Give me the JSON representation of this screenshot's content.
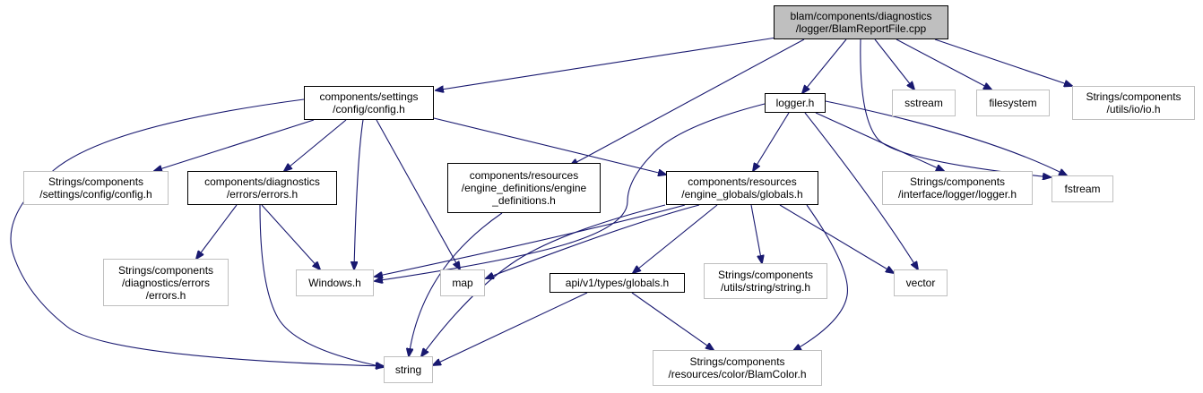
{
  "graph": {
    "nodes": [
      {
        "id": "root",
        "style": "root",
        "lines": [
          "blam/components/diagnostics",
          "/logger/BlamReportFile.cpp"
        ]
      },
      {
        "id": "config_h",
        "style": "local",
        "lines": [
          "components/settings",
          "/config/config.h"
        ]
      },
      {
        "id": "logger_h",
        "style": "local",
        "lines": [
          "logger.h"
        ]
      },
      {
        "id": "sstream",
        "style": "ext",
        "lines": [
          "sstream"
        ]
      },
      {
        "id": "filesystem",
        "style": "ext",
        "lines": [
          "filesystem"
        ]
      },
      {
        "id": "io_h",
        "style": "ext",
        "lines": [
          "Strings/components",
          "/utils/io/io.h"
        ]
      },
      {
        "id": "str_config_h",
        "style": "ext",
        "lines": [
          "Strings/components",
          "/settings/config/config.h"
        ]
      },
      {
        "id": "errors_h",
        "style": "local",
        "lines": [
          "components/diagnostics",
          "/errors/errors.h"
        ]
      },
      {
        "id": "engine_def_h",
        "style": "local",
        "lines": [
          "components/resources",
          "/engine_definitions/engine",
          "_definitions.h"
        ]
      },
      {
        "id": "globals_h",
        "style": "local",
        "lines": [
          "components/resources",
          "/engine_globals/globals.h"
        ]
      },
      {
        "id": "str_logger_h",
        "style": "ext",
        "lines": [
          "Strings/components",
          "/interface/logger/logger.h"
        ]
      },
      {
        "id": "fstream",
        "style": "ext",
        "lines": [
          "fstream"
        ]
      },
      {
        "id": "str_errors_h",
        "style": "ext",
        "lines": [
          "Strings/components",
          "/diagnostics/errors",
          "/errors.h"
        ]
      },
      {
        "id": "windows_h",
        "style": "ext",
        "lines": [
          "Windows.h"
        ]
      },
      {
        "id": "map",
        "style": "ext",
        "lines": [
          "map"
        ]
      },
      {
        "id": "api_globals_h",
        "style": "local",
        "lines": [
          "api/v1/types/globals.h"
        ]
      },
      {
        "id": "str_string_h",
        "style": "ext",
        "lines": [
          "Strings/components",
          "/utils/string/string.h"
        ]
      },
      {
        "id": "vector",
        "style": "ext",
        "lines": [
          "vector"
        ]
      },
      {
        "id": "string",
        "style": "ext",
        "lines": [
          "string"
        ]
      },
      {
        "id": "blamcolor_h",
        "style": "ext",
        "lines": [
          "Strings/components",
          "/resources/color/BlamColor.h"
        ]
      }
    ],
    "edges": [
      {
        "from": "root",
        "to": "config_h"
      },
      {
        "from": "root",
        "to": "engine_def_h"
      },
      {
        "from": "root",
        "to": "logger_h"
      },
      {
        "from": "root",
        "to": "sstream"
      },
      {
        "from": "root",
        "to": "filesystem"
      },
      {
        "from": "root",
        "to": "io_h"
      },
      {
        "from": "root",
        "to": "fstream"
      },
      {
        "from": "config_h",
        "to": "string"
      },
      {
        "from": "config_h",
        "to": "str_config_h"
      },
      {
        "from": "config_h",
        "to": "errors_h"
      },
      {
        "from": "config_h",
        "to": "windows_h"
      },
      {
        "from": "config_h",
        "to": "map"
      },
      {
        "from": "config_h",
        "to": "globals_h"
      },
      {
        "from": "errors_h",
        "to": "str_errors_h"
      },
      {
        "from": "errors_h",
        "to": "windows_h"
      },
      {
        "from": "errors_h",
        "to": "string"
      },
      {
        "from": "engine_def_h",
        "to": "string"
      },
      {
        "from": "logger_h",
        "to": "windows_h"
      },
      {
        "from": "logger_h",
        "to": "globals_h"
      },
      {
        "from": "logger_h",
        "to": "str_logger_h"
      },
      {
        "from": "logger_h",
        "to": "fstream"
      },
      {
        "from": "logger_h",
        "to": "vector"
      },
      {
        "from": "globals_h",
        "to": "windows_h"
      },
      {
        "from": "globals_h",
        "to": "map"
      },
      {
        "from": "globals_h",
        "to": "string"
      },
      {
        "from": "globals_h",
        "to": "api_globals_h"
      },
      {
        "from": "globals_h",
        "to": "str_string_h"
      },
      {
        "from": "globals_h",
        "to": "vector"
      },
      {
        "from": "globals_h",
        "to": "blamcolor_h"
      },
      {
        "from": "api_globals_h",
        "to": "string"
      },
      {
        "from": "api_globals_h",
        "to": "blamcolor_h"
      }
    ]
  },
  "colors": {
    "edge": "#191970",
    "root_fill": "#bfbfbf",
    "local_border": "#000000",
    "external_border": "#bfbfbf"
  }
}
